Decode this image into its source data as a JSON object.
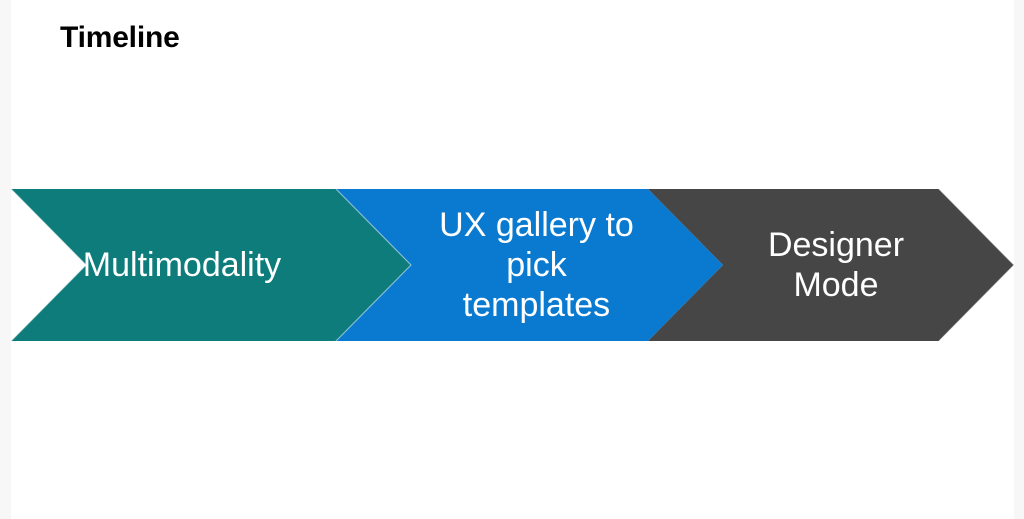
{
  "slide": {
    "title": "Timeline",
    "background_color": "#ffffff",
    "page_background_color": "#f7f7f7",
    "title_color": "#000000"
  },
  "timeline": {
    "name": "timeline-chevron-process",
    "steps": [
      {
        "index": 1,
        "label": "Multimodality",
        "color": "#0e7c7b",
        "text_color": "#ffffff"
      },
      {
        "index": 2,
        "label": "UX gallery to\npick\ntemplates",
        "color": "#0a7ad1",
        "text_color": "#ffffff"
      },
      {
        "index": 3,
        "label": "Designer\nMode",
        "color": "#464646",
        "text_color": "#ffffff"
      }
    ]
  }
}
